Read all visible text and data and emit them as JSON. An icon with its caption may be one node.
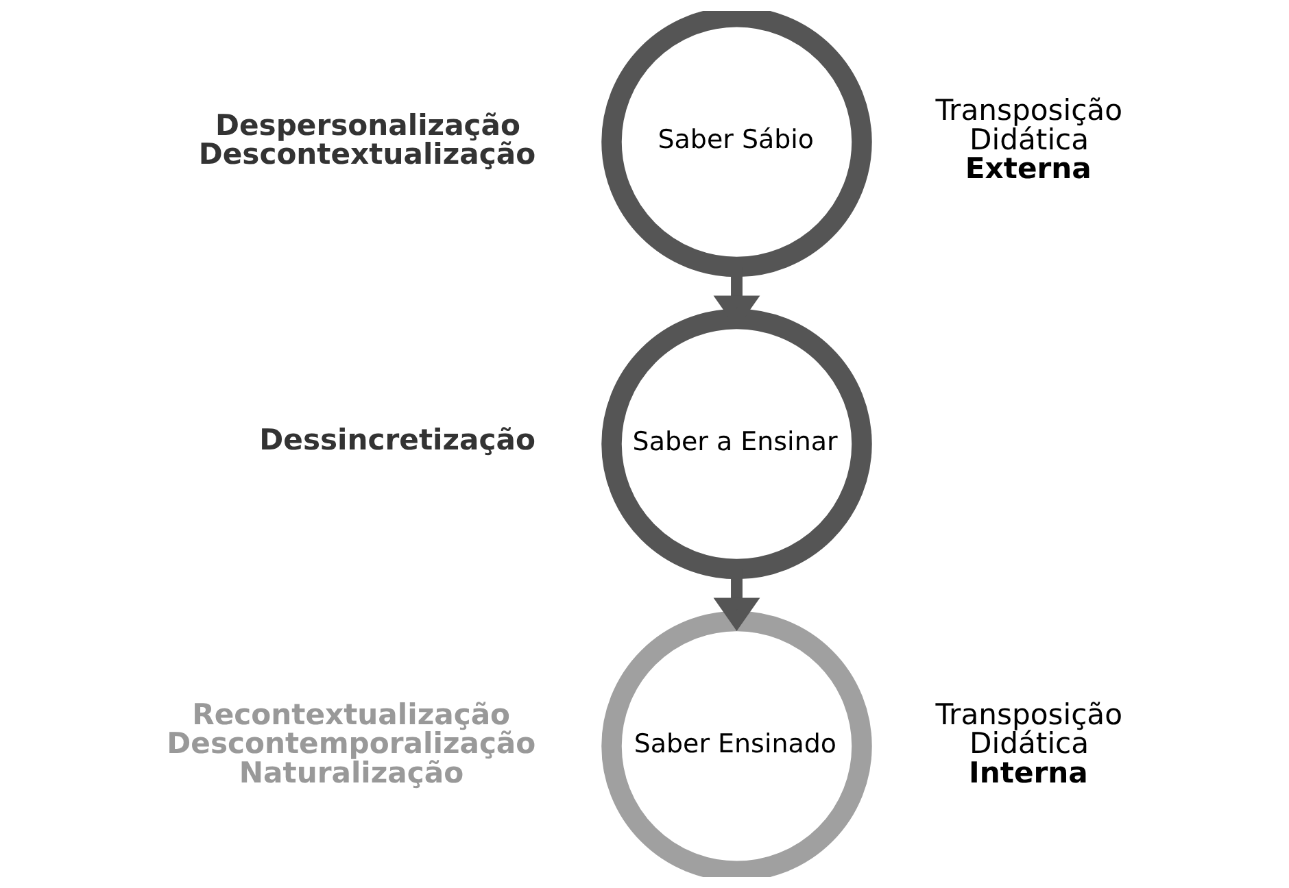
{
  "diagram": {
    "nodes": [
      {
        "text": [
          "Saber Sábio"
        ]
      },
      {
        "text": [
          "Saber a Ensinar"
        ]
      },
      {
        "text": [
          "Saber Ensinado"
        ]
      }
    ],
    "edges": [
      {
        "from": 0,
        "to": 1,
        "arrow": "to"
      },
      {
        "from": 1,
        "to": 2,
        "arrow": "to"
      }
    ],
    "labels": [
      "Despersonalização",
      "Descontextualização",
      "Transposição Didática **Externa**",
      "Dessincretização",
      "Recontextualização",
      "Descontemporalização",
      "Naturalização",
      "Transposição Didática **Interna**"
    ]
  }
}
